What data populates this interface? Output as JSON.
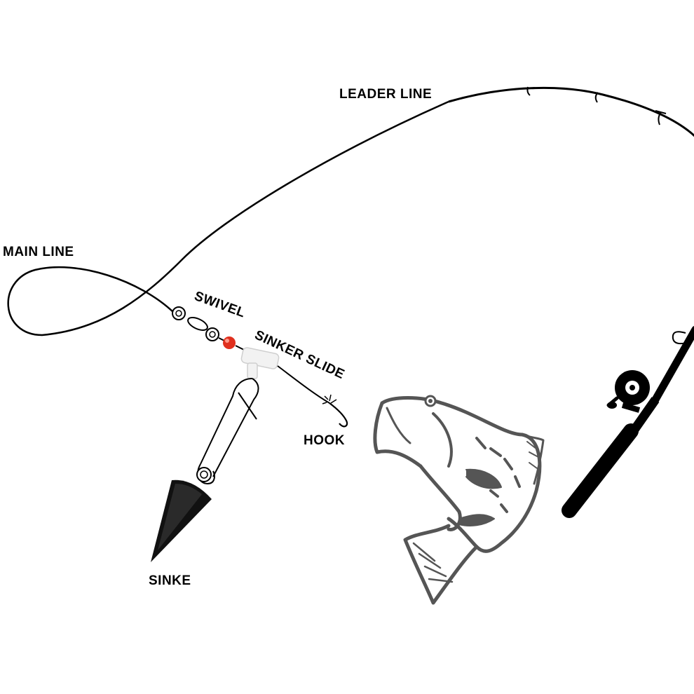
{
  "labels": {
    "main_line": "MAIN LINE",
    "leader_line": "LEADER LINE",
    "swivel": "SWIVEL",
    "sinker_slide": "SINKER SLIDE",
    "hook": "HOOK",
    "sinker": "SINKE"
  },
  "icons": [
    "fishing-rod-icon",
    "reel-icon",
    "swivel-icon",
    "bead-icon",
    "sinker-slide-icon",
    "snap-clip-icon",
    "cone-sinker-icon",
    "hook-icon",
    "bass-fish-icon"
  ],
  "colors": {
    "ink": "#000000",
    "bead": "#e0301e",
    "fish_gray": "#555555"
  }
}
